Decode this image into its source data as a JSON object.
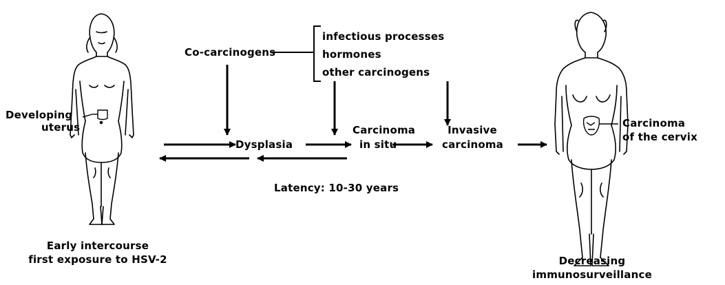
{
  "left_figure": {
    "organ_label_line1": "Developing",
    "organ_label_line2": "uterus",
    "caption_line1": "Early intercourse",
    "caption_line2": "first exposure to HSV-2"
  },
  "right_figure": {
    "organ_label_line1": "Carcinoma",
    "organ_label_line2": "of the cervix",
    "caption_line1": "Decreasing",
    "caption_line2": "immunosurveillance"
  },
  "cocarcinogens": {
    "label": "Co-carcinogens",
    "items": [
      "infectious processes",
      "hormones",
      "other carcinogens"
    ]
  },
  "stages": {
    "dysplasia": "Dysplasia",
    "cis_line1": "Carcinoma",
    "cis_line2": "in situ",
    "invasive_line1": "Invasive",
    "invasive_line2": "carcinoma"
  },
  "latency": "Latency: 10-30 years"
}
